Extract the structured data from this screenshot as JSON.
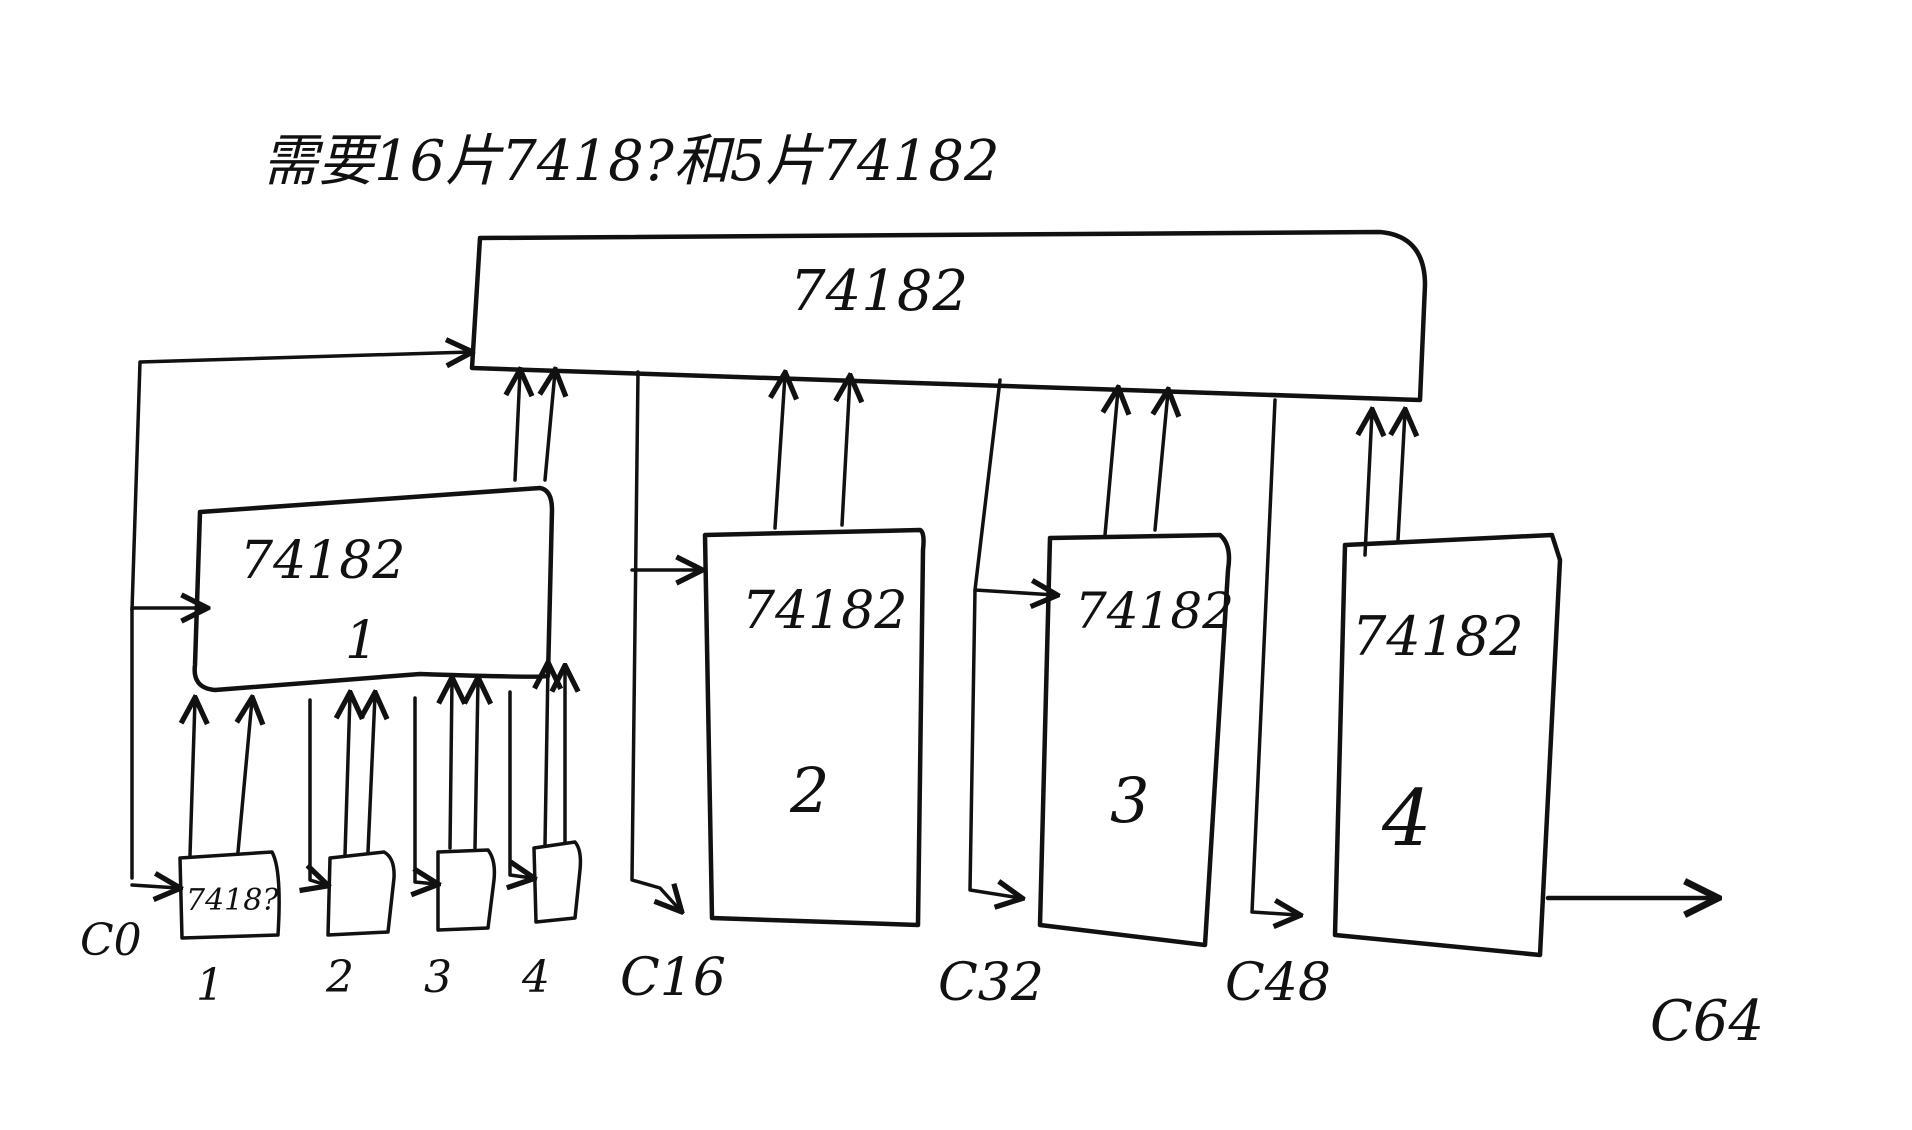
{
  "title": "需要16片7418?和5片74182",
  "top_chip": {
    "label": "74182"
  },
  "group_chips": [
    {
      "label": "74182",
      "number": "1"
    },
    {
      "label": "74182",
      "number": "2"
    },
    {
      "label": "74182",
      "number": "3"
    },
    {
      "label": "74182",
      "number": "4"
    }
  ],
  "small_chips": [
    {
      "label": "7418?",
      "number": "1"
    },
    {
      "label": "",
      "number": "2"
    },
    {
      "label": "",
      "number": "3"
    },
    {
      "label": "",
      "number": "4"
    }
  ],
  "carries": {
    "c0": "C0",
    "c16": "C16",
    "c32": "C32",
    "c48": "C48",
    "c64": "C64"
  },
  "colors": {
    "ink": "#111111",
    "paper": "#ffffff"
  }
}
